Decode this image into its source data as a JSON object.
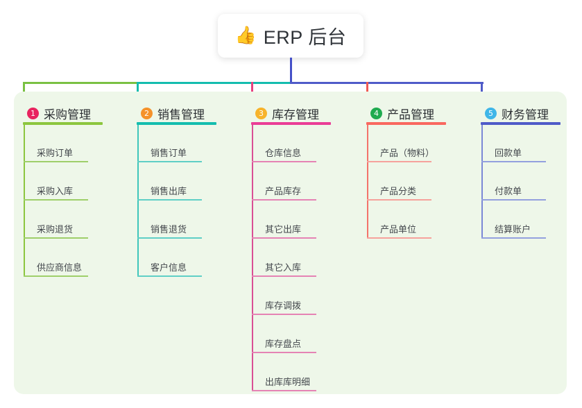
{
  "title": {
    "emoji": "👍",
    "emoji_name": "thumbs-up-icon",
    "text": "ERP 后台"
  },
  "palette": {
    "panel_bg": "#eef7e9",
    "page_bg": "#ffffff",
    "card_bg": "#ffffff",
    "trunk_line": "#4550c8",
    "bar_green": "#7ac143",
    "bar_teal": "#14bdae",
    "bar_blue": "#4f5bc8",
    "drop_green": "#7ac143",
    "drop_teal": "#14bdae",
    "drop_pink": "#e8417f",
    "drop_red": "#f05a52",
    "drop_blue": "#4f5bc8"
  },
  "columns": [
    {
      "index": "1",
      "badge_color": "#e8245f",
      "title": "采购管理",
      "rule_color": "#8cc63e",
      "spine_color": "#8cc63e",
      "item_rule_color": "#9ecf6a",
      "items": [
        "采购订单",
        "采购入库",
        "采购退货",
        "供应商信息"
      ]
    },
    {
      "index": "2",
      "badge_color": "#f5922a",
      "title": "销售管理",
      "rule_color": "#14bdae",
      "spine_color": "#3fc6bb",
      "item_rule_color": "#5fcfc6",
      "items": [
        "销售订单",
        "销售出库",
        "销售退货",
        "客户信息"
      ]
    },
    {
      "index": "3",
      "badge_color": "#f7b32b",
      "title": "库存管理",
      "rule_color": "#ea3d96",
      "spine_color": "#d94f94",
      "item_rule_color": "#e583b4",
      "items": [
        "仓库信息",
        "产品库存",
        "其它出库",
        "其它入库",
        "库存调拨",
        "库存盘点",
        "出库库明细"
      ]
    },
    {
      "index": "4",
      "badge_color": "#1fab4f",
      "title": "产品管理",
      "rule_color": "#f9685f",
      "spine_color": "#f4736b",
      "item_rule_color": "#f6a29c",
      "items": [
        "产品（物料）",
        "产品分类",
        "产品单位"
      ]
    },
    {
      "index": "5",
      "badge_color": "#3fb6e8",
      "title": "财务管理",
      "rule_color": "#4f5bc8",
      "spine_color": "#7b88d6",
      "item_rule_color": "#93a0de",
      "items": [
        "回款单",
        "付款单",
        "结算账户"
      ]
    }
  ]
}
